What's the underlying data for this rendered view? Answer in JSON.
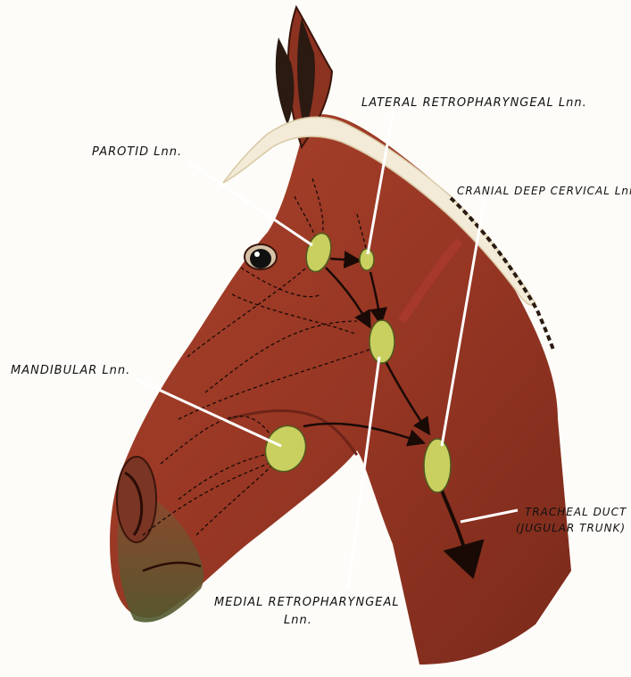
{
  "labels": {
    "parotid": "PAROTID Lnn.",
    "lateral_retropharyngeal": "LATERAL RETROPHARYNGEAL Lnn.",
    "cranial_deep_cervical": "CRANIAL DEEP CERVICAL Lnn.",
    "mandibular": "MANDIBULAR Lnn.",
    "tracheal_duct_line1": "TRACHEAL DUCT",
    "tracheal_duct_line2": "(JUGULAR TRUNK)",
    "medial_retropharyngeal_line1": "MEDIAL RETROPHARYNGEAL",
    "medial_retropharyngeal_line2": "Lnn."
  },
  "colors": {
    "background": "#fdfcf8",
    "skin": "#9c3a25",
    "skin_dark": "#6e2418",
    "muzzle": "#5b5a33",
    "mane": "#f3ebd8",
    "lymph_node": "#c9d060",
    "leader_line": "#ffffff",
    "vessel": "#1a0a06"
  },
  "icons": {
    "eye": "horse-eye-icon",
    "nostril": "nostril-icon",
    "ear": "ear-icon"
  }
}
